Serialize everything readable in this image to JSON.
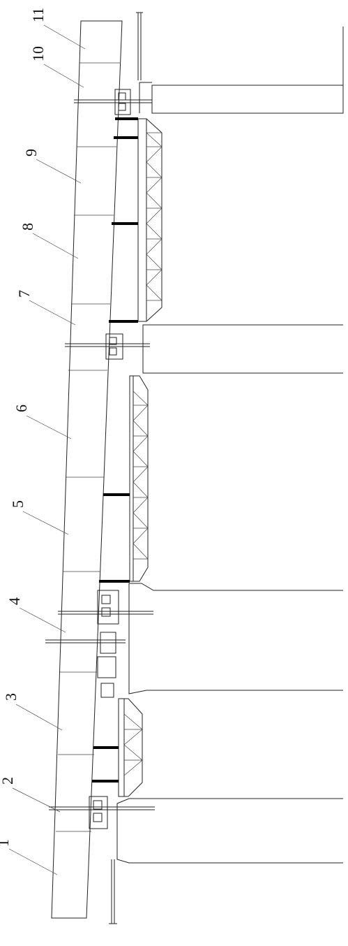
{
  "labels": [
    "1",
    "2",
    "3",
    "4",
    "5",
    "6",
    "7",
    "8",
    "9",
    "10",
    "11"
  ]
}
